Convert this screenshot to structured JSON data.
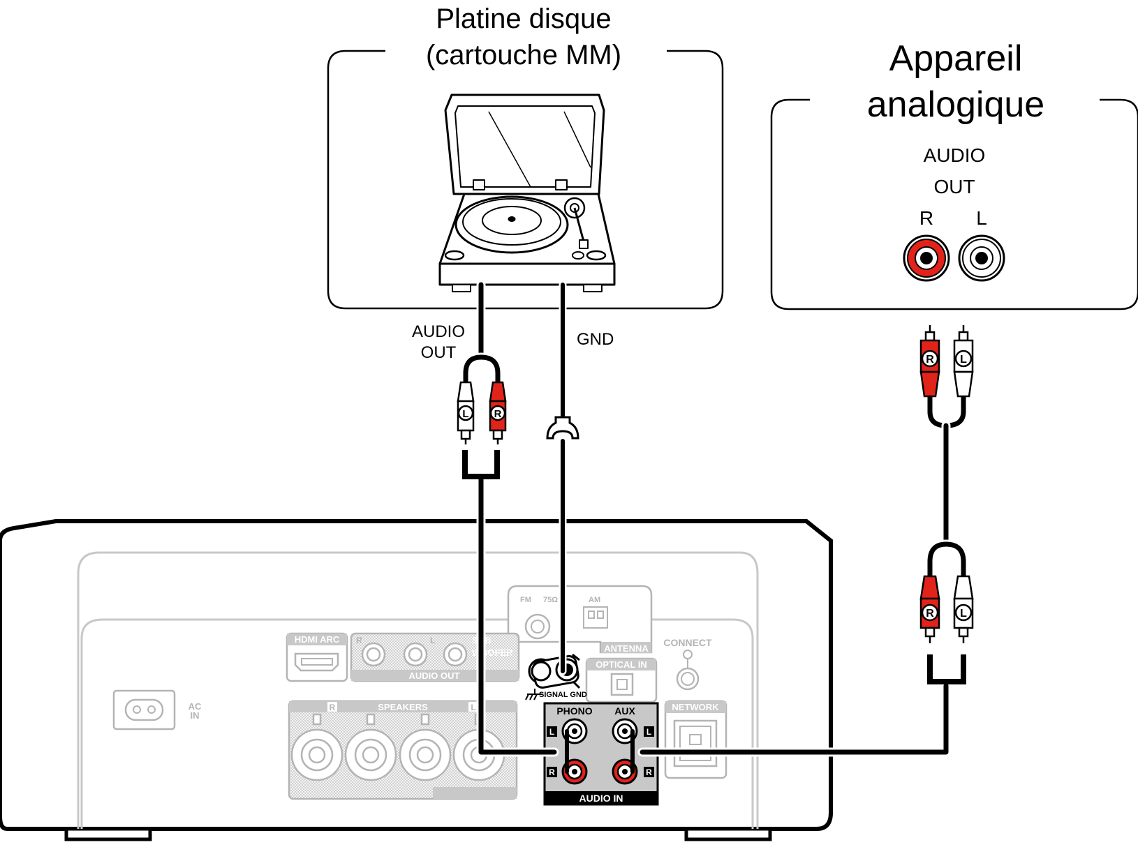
{
  "turntable": {
    "title_line1": "Platine disque",
    "title_line2": "(cartouche MM)",
    "audio_out_line1": "AUDIO",
    "audio_out_line2": "OUT",
    "gnd": "GND"
  },
  "analog_device": {
    "title_line1": "Appareil",
    "title_line2": "analogique",
    "audio_line1": "AUDIO",
    "audio_line2": "OUT",
    "r": "R",
    "l": "L"
  },
  "plugs": {
    "l": "L",
    "r": "R"
  },
  "receiver": {
    "fm": "FM",
    "ohm": "75Ω",
    "am": "AM",
    "antenna": "ANTENNA",
    "connect": "CONNECT",
    "hdmi_arc": "HDMI ARC",
    "audio_out_r": "R",
    "audio_out_l": "L",
    "subwoofer_line1": "SUB",
    "subwoofer_line2": "WOOFER",
    "audio_out": "AUDIO OUT",
    "optical_in": "OPTICAL IN",
    "signal_gnd": "SIGNAL GND",
    "ac_line1": "AC",
    "ac_line2": "IN",
    "speakers": "SPEAKERS",
    "speakers_r": "R",
    "speakers_l": "L",
    "phono": "PHONO",
    "aux": "AUX",
    "network": "NETWORK",
    "audio_in": "AUDIO IN",
    "jack_l": "L",
    "jack_r": "R"
  },
  "colors": {
    "red": "#e2231a",
    "black": "#000000",
    "panel_gray": "#c8c8c8",
    "panel_dark": "#bdbdbd",
    "faded": "#b4b4b4"
  }
}
